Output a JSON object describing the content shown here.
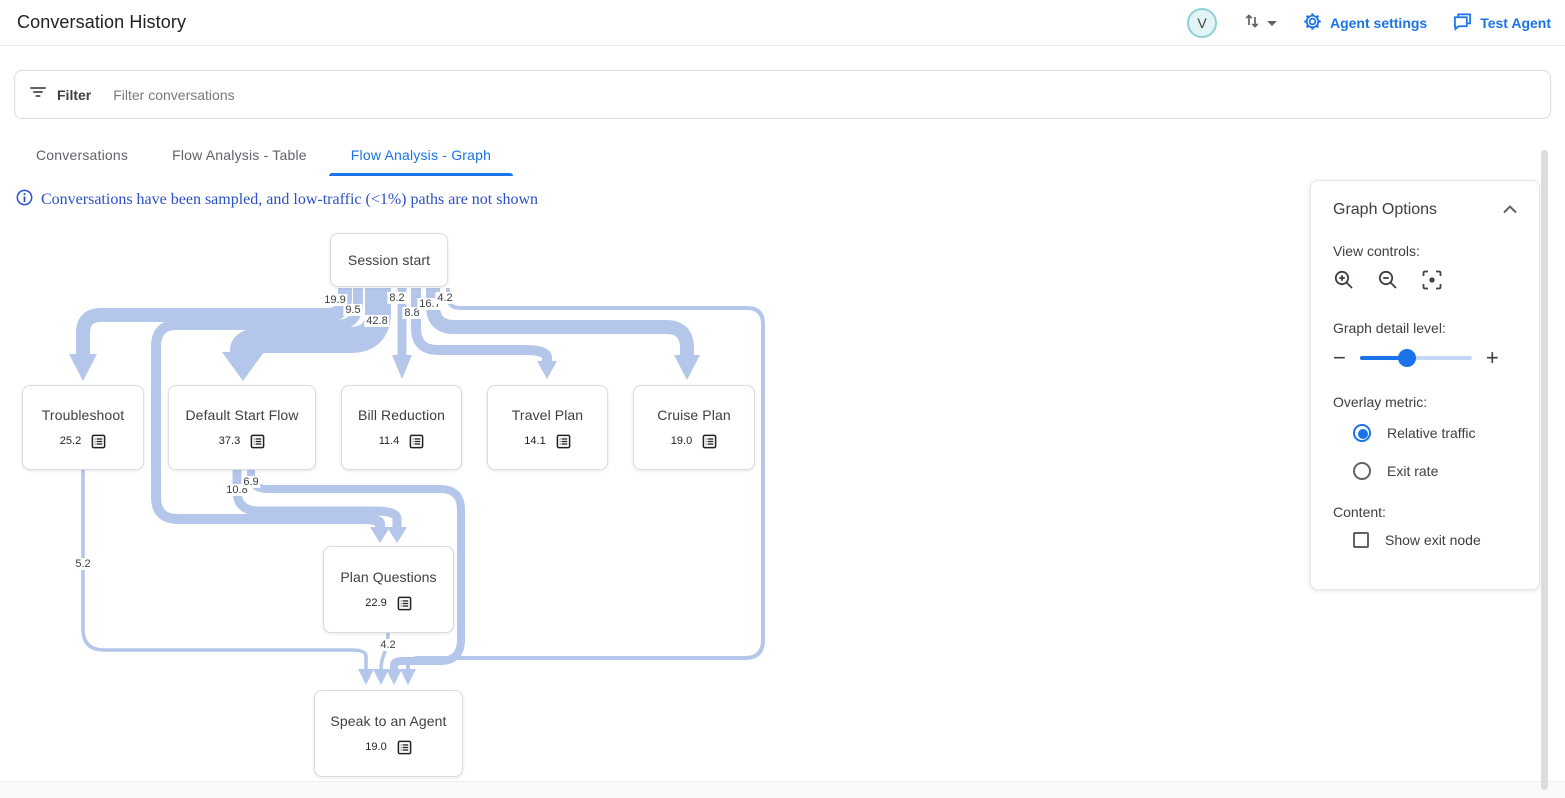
{
  "accent_color": "#1a73e8",
  "band_color": "#b4c7ea",
  "header": {
    "title": "Conversation History",
    "avatar_initial": "V",
    "agent_settings_label": "Agent settings",
    "test_agent_label": "Test Agent"
  },
  "filter_bar": {
    "label": "Filter",
    "placeholder": "Filter conversations"
  },
  "tabs": [
    {
      "label": "Conversations",
      "active": false
    },
    {
      "label": "Flow Analysis - Table",
      "active": false
    },
    {
      "label": "Flow Analysis - Graph",
      "active": true
    }
  ],
  "notice": "Conversations have been sampled, and low-traffic (<1%) paths are not shown",
  "graph_options": {
    "title": "Graph Options",
    "view_controls_label": "View controls:",
    "detail_label": "Graph detail level:",
    "detail_percent": 42,
    "overlay_label": "Overlay metric:",
    "overlay_options": [
      {
        "label": "Relative traffic",
        "selected": true
      },
      {
        "label": "Exit rate",
        "selected": false
      }
    ],
    "content_label": "Content:",
    "show_exit_node_label": "Show exit node",
    "show_exit_node_checked": false
  },
  "flow_graph": {
    "nodes": [
      {
        "id": "session-start",
        "label": "Session start",
        "value": ""
      },
      {
        "id": "troubleshoot",
        "label": "Troubleshoot",
        "value": "25.2"
      },
      {
        "id": "default-start-flow",
        "label": "Default Start Flow",
        "value": "37.3"
      },
      {
        "id": "bill-reduction",
        "label": "Bill Reduction",
        "value": "11.4"
      },
      {
        "id": "travel-plan",
        "label": "Travel Plan",
        "value": "14.1"
      },
      {
        "id": "cruise-plan",
        "label": "Cruise Plan",
        "value": "19.0"
      },
      {
        "id": "plan-questions",
        "label": "Plan Questions",
        "value": "22.9"
      },
      {
        "id": "speak-to-an-agent",
        "label": "Speak to an Agent",
        "value": "19.0"
      }
    ],
    "edges": [
      {
        "from": "Session start",
        "to": "Troubleshoot",
        "value": "19.9"
      },
      {
        "from": "Session start",
        "to": "Plan Questions",
        "value": "9.5"
      },
      {
        "from": "Session start",
        "to": "Default Start Flow",
        "value": "42.8"
      },
      {
        "from": "Session start",
        "to": "Bill Reduction",
        "value": "8.2"
      },
      {
        "from": "Session start",
        "to": "Travel Plan",
        "value": "8.8"
      },
      {
        "from": "Session start",
        "to": "Cruise Plan",
        "value": "16.7"
      },
      {
        "from": "Session start",
        "to": "Speak to an Agent",
        "value": "4.2"
      },
      {
        "from": "Default Start Flow",
        "to": "Plan Questions",
        "value": "10.8"
      },
      {
        "from": "Default Start Flow",
        "to": "Speak to an Agent",
        "value": "6.9"
      },
      {
        "from": "Troubleshoot",
        "to": "Speak to an Agent",
        "value": "5.2"
      },
      {
        "from": "Plan Questions",
        "to": "Speak to an Agent",
        "value": "4.2"
      }
    ]
  }
}
